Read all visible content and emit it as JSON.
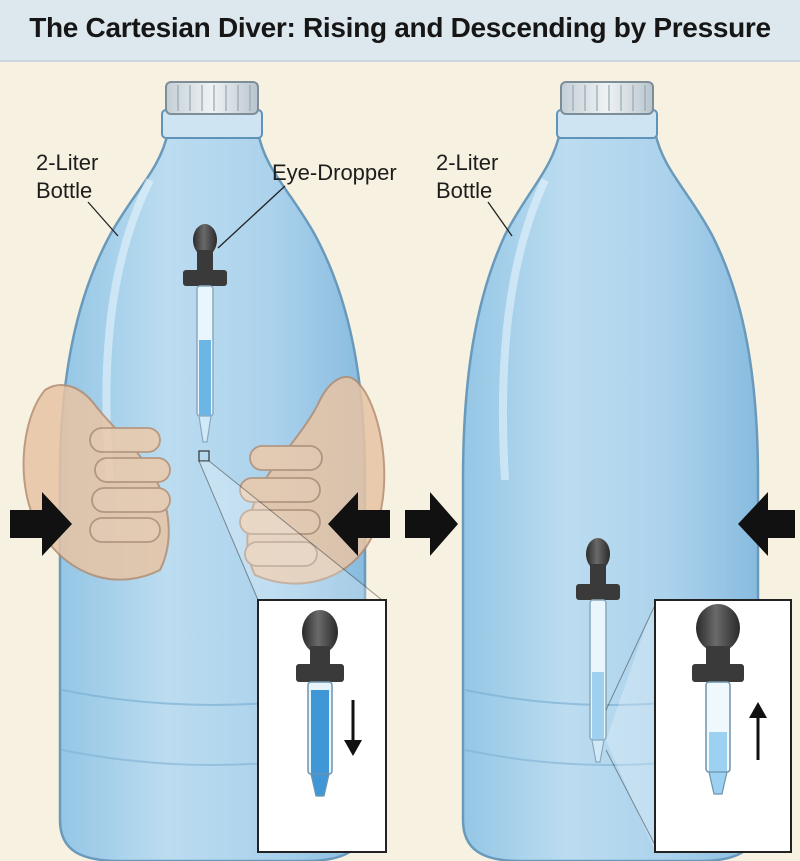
{
  "title": "The Cartesian Diver: Rising and Descending by Pressure",
  "left_panel": {
    "bottle_label_line1": "2-Liter",
    "bottle_label_line2": "Bottle",
    "dropper_label": "Eye-Dropper",
    "inset_arrow": "down"
  },
  "right_panel": {
    "bottle_label_line1": "2-Liter",
    "bottle_label_line2": "Bottle",
    "inset_arrow": "up"
  },
  "colors": {
    "background": "#f7f1e1",
    "title_bar": "#dde7ee",
    "bottle_fill": "#a9d3ef",
    "bottle_outline": "#5f93b8",
    "cap": "#d9e1e6",
    "dropper_bulb": "#3c3c3c",
    "water_in_dropper": "#3f97d8",
    "hand_skin": "#e8c4a4",
    "arrow": "#111111"
  }
}
